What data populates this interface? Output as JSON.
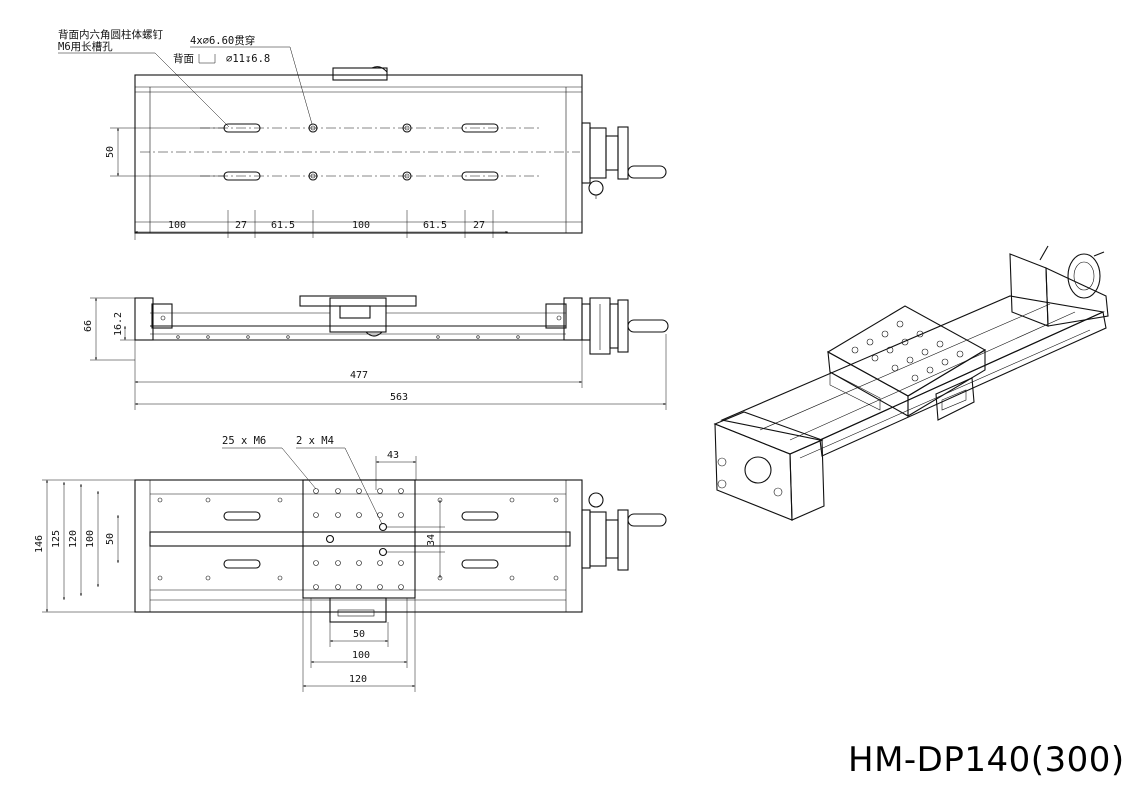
{
  "product_code": "HM-DP140(300)",
  "notes": {
    "back_screw_line1": "背面内六角圆柱体螺钉",
    "back_screw_line2": "M6用长槽孔",
    "thru_hole_line1": "4x∅6.60贯穿",
    "thru_hole_line2_prefix": "背面",
    "thru_hole_line2_spec": "∅11↧6.8",
    "m6_holes": "25 x  M6",
    "m4_holes": "2 x  M4"
  },
  "dims_top": {
    "d100a": "100",
    "d27a": "27",
    "d615a": "61.5",
    "d100b": "100",
    "d615b": "61.5",
    "d27b": "27",
    "d50": "50"
  },
  "dims_side": {
    "h66": "66",
    "h162": "16.2",
    "len477": "477",
    "len563": "563"
  },
  "dims_bottom": {
    "w146": "146",
    "w125": "125",
    "w120": "120",
    "w100": "100",
    "w50": "50",
    "p43": "43",
    "p34": "34",
    "p50": "50",
    "p100": "100",
    "p120": "120"
  }
}
